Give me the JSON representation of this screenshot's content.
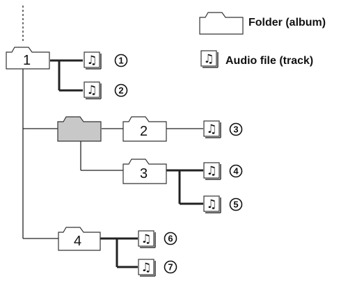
{
  "legend": {
    "folder_label": "Folder (album)",
    "audio_label": "Audio file (track)",
    "folder_icon": "folder-icon",
    "audio_icon": "music-note-icon"
  },
  "folders": [
    {
      "id": "folder-1",
      "label": "1"
    },
    {
      "id": "folder-root-selected",
      "label": ""
    },
    {
      "id": "folder-2",
      "label": "2"
    },
    {
      "id": "folder-3",
      "label": "3"
    },
    {
      "id": "folder-4",
      "label": "4"
    }
  ],
  "tracks": [
    {
      "id": "track-1",
      "number": "1"
    },
    {
      "id": "track-2",
      "number": "2"
    },
    {
      "id": "track-3",
      "number": "3"
    },
    {
      "id": "track-4",
      "number": "4"
    },
    {
      "id": "track-5",
      "number": "5"
    },
    {
      "id": "track-6",
      "number": "6"
    },
    {
      "id": "track-7",
      "number": "7"
    }
  ],
  "colors": {
    "line": "#222222",
    "folder_fill": "#ffffff",
    "selected_folder_fill": "#c8c8c8",
    "stroke": "#333333"
  }
}
